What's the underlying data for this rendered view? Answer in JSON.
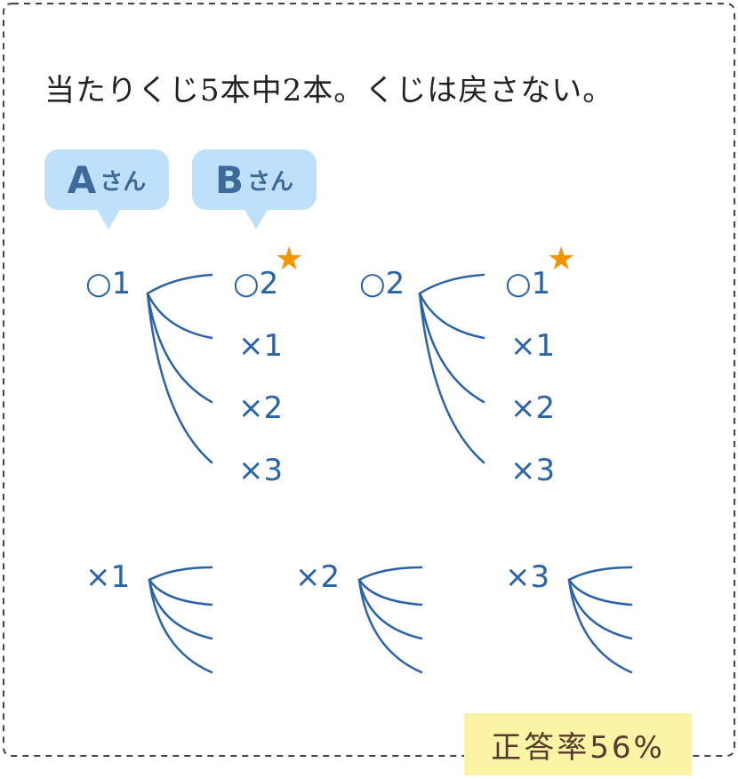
{
  "question": "当たりくじ5本中2本。くじは戻さない。",
  "person_a": {
    "name": "A",
    "suffix": "さん"
  },
  "person_b": {
    "name": "B",
    "suffix": "さん"
  },
  "tree1": {
    "root": "○1",
    "branches": [
      "○2",
      "×1",
      "×2",
      "×3"
    ]
  },
  "tree2": {
    "root": "○2",
    "branches": [
      "○1",
      "×1",
      "×2",
      "×3"
    ]
  },
  "tree3": {
    "root": "×1"
  },
  "tree4": {
    "root": "×2"
  },
  "tree5": {
    "root": "×3"
  },
  "star_icon": "★",
  "correct_rate": "正答率56%",
  "colors": {
    "accent": "#2a63a8",
    "bubble": "#bfe0fb",
    "star": "#f59300",
    "badge": "#fbf3a6"
  }
}
